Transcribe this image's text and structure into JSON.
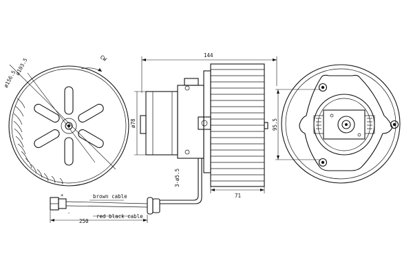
{
  "left_view": {
    "dia_inner": "ø103.5",
    "dia_outer": "ø156.5",
    "rotation": "CW"
  },
  "side_view": {
    "width_total": "144",
    "depth_right": "71",
    "motor_dia": "ø78",
    "mount_holes": "3-ø5.5",
    "height_right": "95.5"
  },
  "cable": {
    "brown_label": "brown cable",
    "red_black_label": "red black cable",
    "length": "250",
    "plus": "+",
    "minus": "-"
  }
}
